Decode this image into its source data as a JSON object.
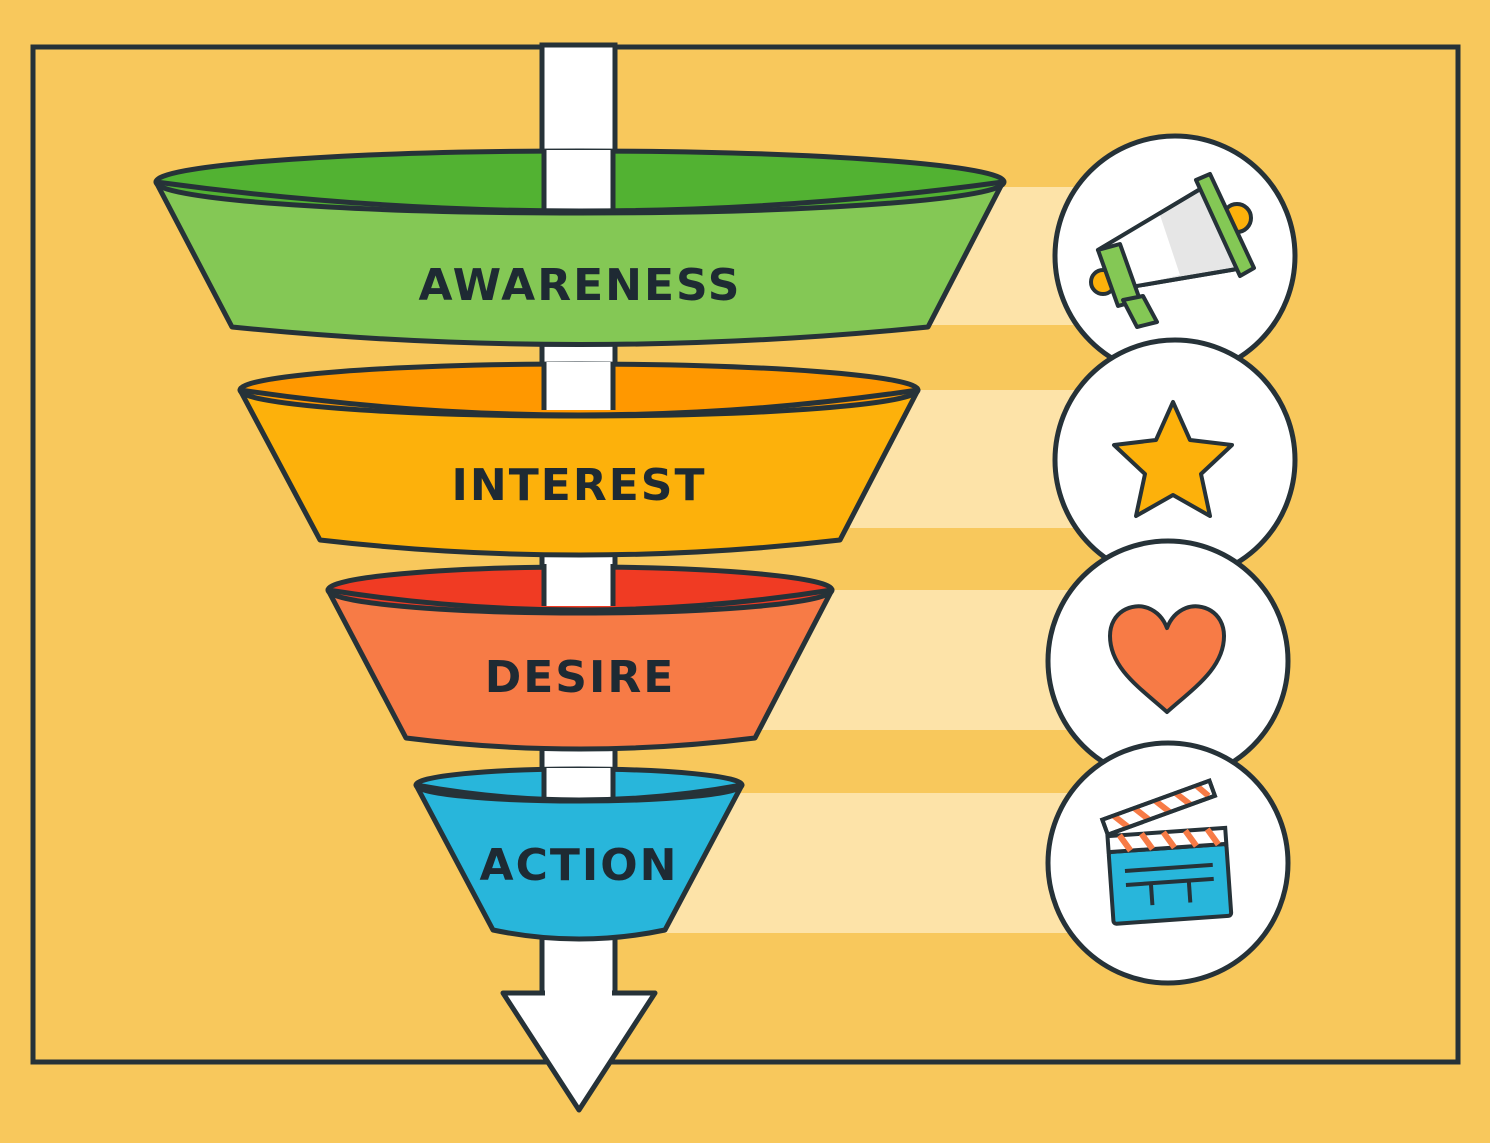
{
  "funnel": {
    "stages": [
      {
        "label": "AWARENESS",
        "fill": "#84C855",
        "rim": "#52B232",
        "icon": "megaphone-icon"
      },
      {
        "label": "INTEREST",
        "fill": "#FDB10B",
        "rim": "#FF9800",
        "icon": "star-icon"
      },
      {
        "label": "DESIRE",
        "fill": "#F77B46",
        "rim": "#F03B23",
        "icon": "heart-icon"
      },
      {
        "label": "ACTION",
        "fill": "#28B6DB",
        "rim": "#28B6DB",
        "icon": "clapperboard-icon"
      }
    ]
  },
  "colors": {
    "background": "#F8C85C",
    "outline": "#263238",
    "band": "#FDE3A8",
    "arrow": "#FFFFFF"
  }
}
